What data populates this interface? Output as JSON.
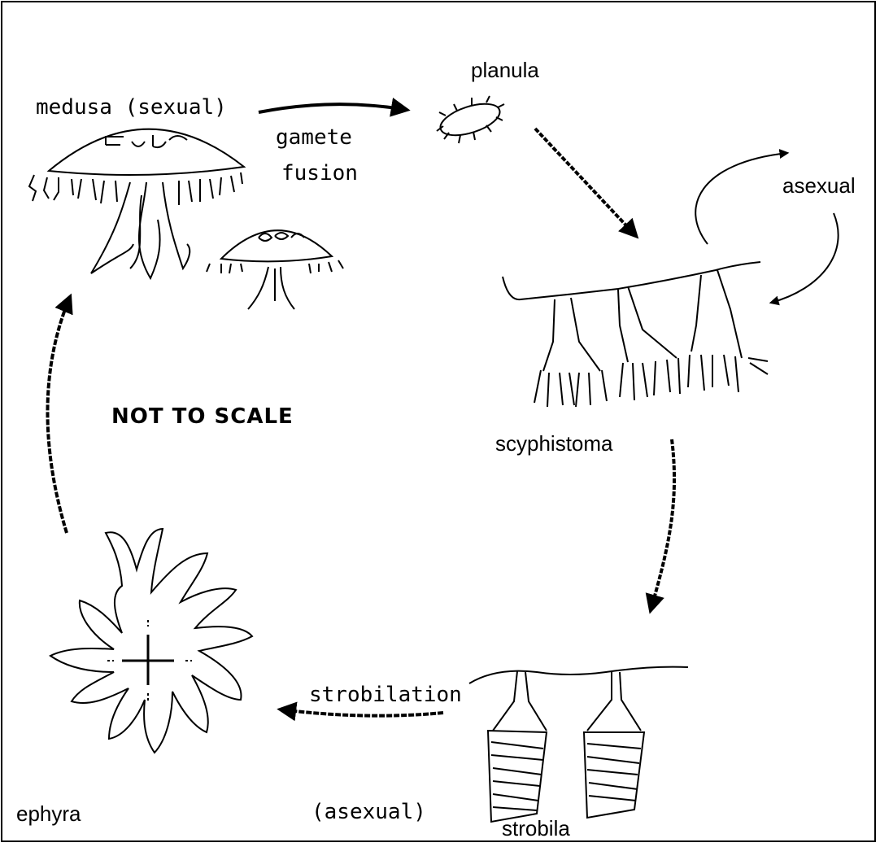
{
  "labels": {
    "medusa": "medusa (sexual)",
    "gamete": "gamete",
    "fusion": "fusion",
    "planula": "planula",
    "asexual_top": "asexual",
    "scyphistoma": "scyphistoma",
    "not_to_scale": "NOT TO SCALE",
    "strobilation": "strobilation",
    "asexual_paren": "(asexual)",
    "strobila": "strobila",
    "ephyra": "ephyra"
  },
  "colors": {
    "ink": "#000000",
    "paper": "#ffffff"
  }
}
